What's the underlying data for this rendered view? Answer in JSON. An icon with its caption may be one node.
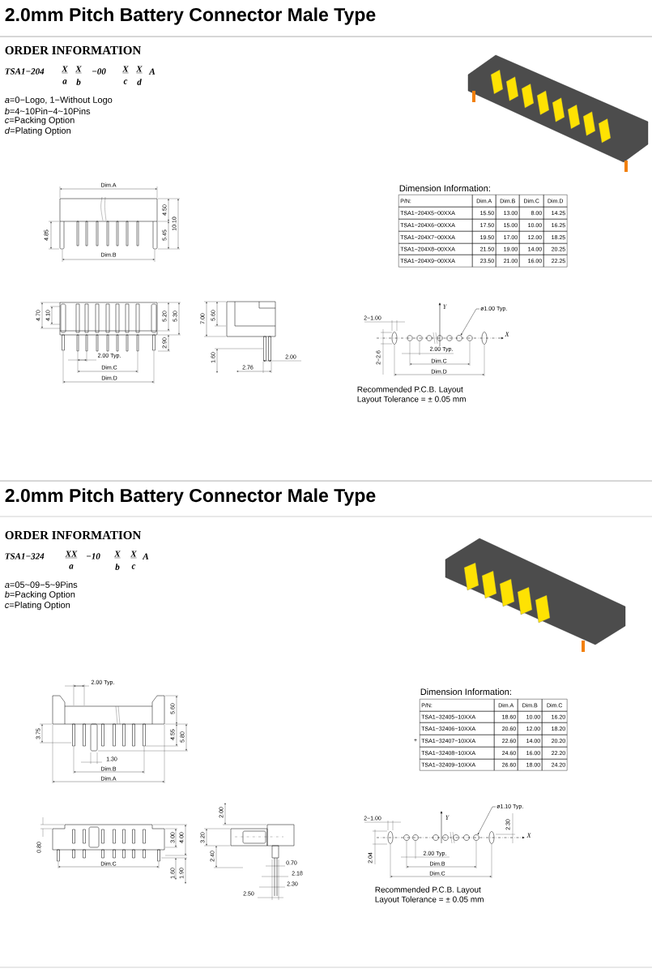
{
  "diagram": {
    "title": "2.0mm Pitch Battery Connector Male Type",
    "nodes": [
      {
        "text": [
          "ø1.00 Typ."
        ]
      },
      {
        "text": [],
        "shape": "circle"
      },
      {
        "text": [
          "ø1.10 Typ."
        ]
      },
      {
        "text": [],
        "shape": "circle"
      }
    ],
    "edges": [
      {
        "from": 0,
        "to": 1,
        "arrow": "to"
      },
      {
        "from": 2,
        "to": 3,
        "arrow": "to"
      }
    ],
    "labels": [
      "ORDER INFORMATION",
      "TSA1−204",
      "X",
      "X",
      "−00",
      "X",
      "X",
      "A",
      "a",
      "b",
      "c",
      "d",
      "*a*=0−Logo, 1−Without Logo",
      "*b*=4~10Pin−4~10Pins",
      "*c*=Packing Option",
      "*d*=Plating Option",
      "Dimension Information:",
      "P/N:",
      "Dim.A",
      "Dim.B",
      "Dim.C",
      "Dim.D",
      "TSA1−204X5−00XXA",
      "15.50",
      "13.00",
      "8.00",
      "14.25",
      "TSA1−204X6−00XXA",
      "17.50",
      "15.00",
      "10.00",
      "16.25",
      "TSA1−204X7−00XXA",
      "19.50",
      "17.00",
      "12.00",
      "18.25",
      "TSA1−204X8−00XXA",
      "21.50",
      "19.00",
      "14.00",
      "20.25",
      "TSA1−204X9−00XXA",
      "23.50",
      "21.00",
      "16.00",
      "22.25",
      "Dim.A",
      "4.50",
      "10.10",
      "4.85",
      "5.45",
      "Dim.B",
      "4.70",
      "4.10",
      "5.20",
      "5.30",
      "7.00",
      "5.60",
      "2.90",
      "2.00 Typ.",
      "1.60",
      "2.00",
      "Dim.C",
      "2.76",
      "Dim.D",
      "Y",
      "2−1.00",
      "X",
      "2.00 Typ.",
      "2−2.6",
      "Dim.C",
      "Dim.D",
      "Recommended P.C.B. Layout",
      "Layout Tolerance = ± 0.05 mm",
      "2.0mm Pitch Battery Connector Male Type",
      "ORDER INFORMATION",
      "TSA1−324",
      "XX",
      "−10",
      "X",
      "X",
      "A",
      "a",
      "b",
      "c",
      "*a*=05~09−5~9Pins",
      "*b*=Packing Option",
      "*c*=Plating Option",
      "Dimension Information:",
      "P/N:",
      "Dim.A",
      "Dim.B",
      "Dim.C",
      "TSA1−32405−10XXA",
      "18.60",
      "10.00",
      "16.20",
      "TSA1−32406−10XXA",
      "20.60",
      "12.00",
      "18.20",
      "TSA1−32407−10XXA",
      "22.60",
      "14.00",
      "20.20",
      "TSA1−32408−10XXA",
      "24.60",
      "16.00",
      "22.20",
      "TSA1−32409−10XXA",
      "26.60",
      "18.00",
      "24.20",
      "+",
      "2.00 Typ.",
      "5.60",
      "3.75",
      "4.55",
      "5.80",
      "1.30",
      "Dim.B",
      "Dim.A",
      "2.00",
      "3.00",
      "4.00",
      "3.20",
      "0.80",
      "2.40",
      "Dim.C",
      "0.70",
      "1.60",
      "1.90",
      "2.18",
      "2.30",
      "2.50",
      "2−1.00",
      "Y",
      "2.30",
      "X",
      "2.04",
      "2.00 Typ.",
      "Dim.B",
      "Dim.C",
      "Recommended P.C.B. Layout",
      "Layout Tolerance = ± 0.05 mm"
    ]
  }
}
